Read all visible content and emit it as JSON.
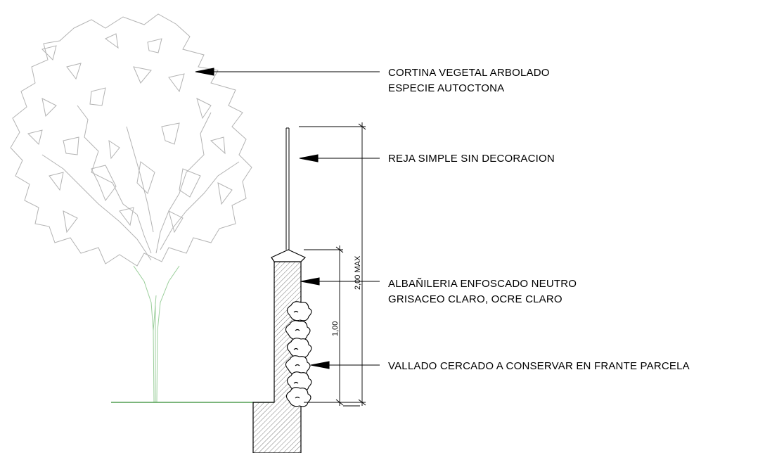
{
  "annotations": {
    "tree": {
      "line1": "CORTINA VEGETAL ARBOLADO",
      "line2": "ESPECIE AUTOCTONA"
    },
    "fence": {
      "line1": "REJA SIMPLE SIN DECORACION"
    },
    "wall": {
      "line1": "ALBAÑILERIA ENFOSCADO NEUTRO",
      "line2": "GRISACEO CLARO, OCRE CLARO"
    },
    "hedge": {
      "line1": "VALLADO CERCADO A CONSERVAR EN FRANTE PARCELA"
    }
  },
  "dimensions": {
    "total_height": "2,00 MAX",
    "wall_height": "1,00"
  },
  "colors": {
    "tree_outline": "#b3b3b3",
    "trunk": "#9ccf9c",
    "ground": "#2e8b2e",
    "lines": "#000000"
  }
}
